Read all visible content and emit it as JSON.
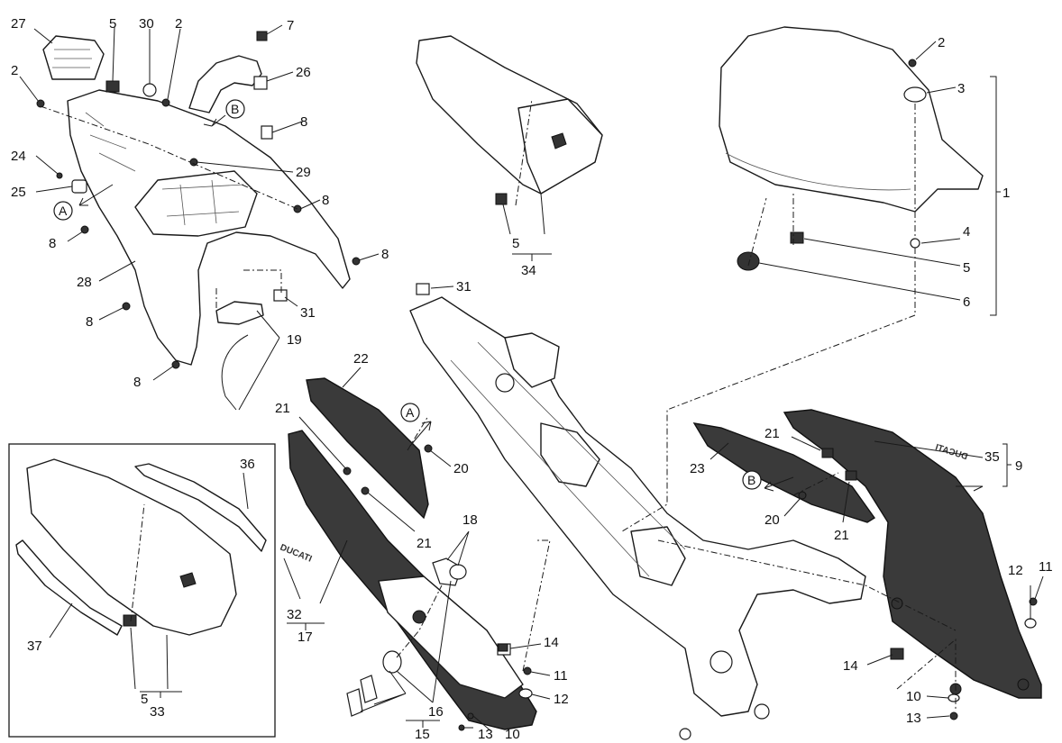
{
  "callouts": {
    "c27": "27",
    "c5a": "5",
    "c30": "30",
    "c2a": "2",
    "c7": "7",
    "c26": "26",
    "c2b": "2",
    "c8a": "8",
    "c24": "24",
    "c25": "25",
    "c29": "29",
    "c8b": "8",
    "c8c": "8",
    "c8d": "8",
    "c28": "28",
    "c8e": "8",
    "c8f": "8",
    "c31a": "31",
    "c19": "19",
    "c5b": "5",
    "c34": "34",
    "c2c": "2",
    "c3": "3",
    "c1": "1",
    "c4": "4",
    "c5c": "5",
    "c6": "6",
    "c31b": "31",
    "c22": "22",
    "c21a": "21",
    "c20a": "20",
    "c21b": "21",
    "c18": "18",
    "c32": "32",
    "c17": "17",
    "c14a": "14",
    "c11a": "11",
    "c12a": "12",
    "c16": "16",
    "c15": "15",
    "c13a": "13",
    "c10a": "10",
    "c21c": "21",
    "c23": "23",
    "c20b": "20",
    "c21d": "21",
    "c35": "35",
    "c9": "9",
    "c12b": "12",
    "c11b": "11",
    "c14b": "14",
    "c10b": "10",
    "c13b": "13",
    "c36": "36",
    "c37": "37",
    "c5d": "5",
    "c33": "33"
  },
  "refs": {
    "A": "A",
    "B": "B"
  },
  "brand": {
    "logo_text": "DUCATI"
  },
  "colors": {
    "line": "#1a1a1a",
    "panel_fill": "#3a3a3a",
    "background": "#ffffff"
  }
}
